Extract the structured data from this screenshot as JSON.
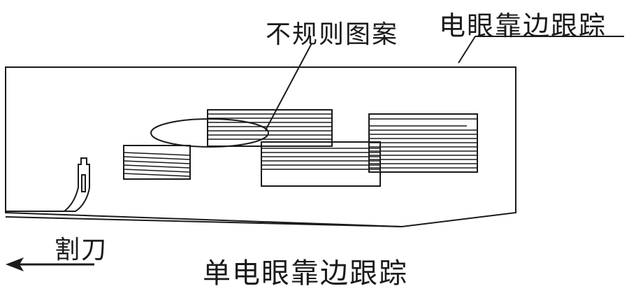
{
  "labels": {
    "edge_tracking_top": "电眼靠边跟踪",
    "irregular_pattern": "不规则图案",
    "cutter": "割刀",
    "single_eye_edge_tracking": "单电眼靠边跟踪"
  },
  "colors": {
    "stroke": "#1a1a1a",
    "background": "#ffffff"
  },
  "icons": {
    "direction_arrow": "left-arrow-icon"
  }
}
